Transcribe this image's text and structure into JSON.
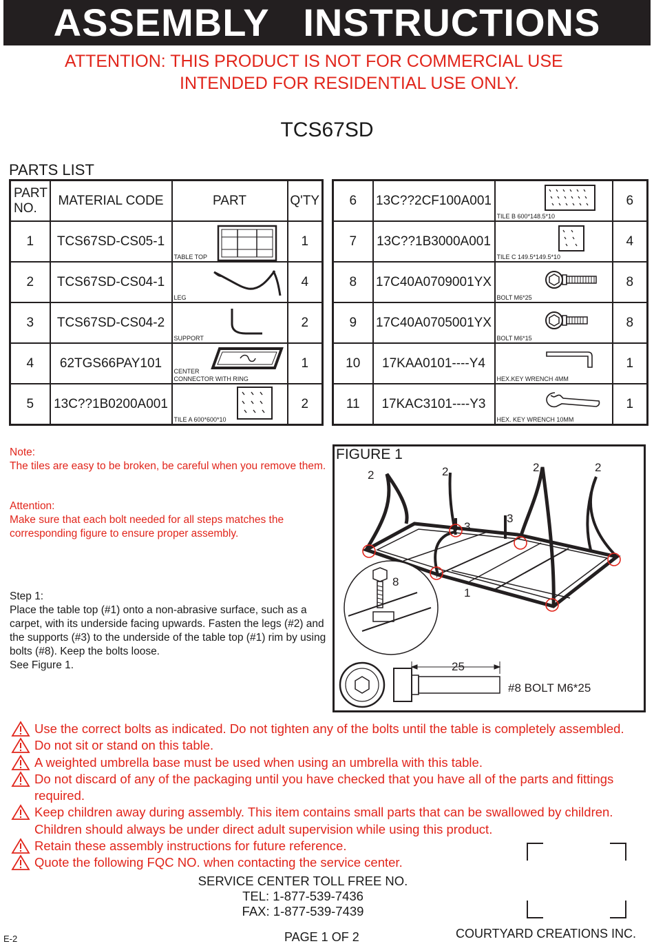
{
  "header": {
    "title": "ASSEMBLY   INSTRUCTIONS"
  },
  "attention": {
    "line1": "ATTENTION: THIS PRODUCT IS NOT FOR COMMERCIAL USE",
    "line2": "INTENDED FOR RESIDENTIAL USE ONLY."
  },
  "model": "TCS67SD",
  "parts_list": {
    "heading": "PARTS LIST",
    "headers": {
      "part_no_1": "PART",
      "part_no_2": "NO.",
      "material_code": "MATERIAL CODE",
      "part": "PART",
      "qty": "Q'TY"
    },
    "rows": [
      {
        "no": "1",
        "code": "TCS67SD-CS05-1",
        "name": "TABLE TOP",
        "qty": "1"
      },
      {
        "no": "2",
        "code": "TCS67SD-CS04-1",
        "name": "LEG",
        "qty": "4"
      },
      {
        "no": "3",
        "code": "TCS67SD-CS04-2",
        "name": "SUPPORT",
        "qty": "2"
      },
      {
        "no": "4",
        "code": "62TGS66PAY101",
        "name": "CENTER",
        "name2": "CONNECTOR WITH RING",
        "qty": "1"
      },
      {
        "no": "5",
        "code": "13C??1B0200A001",
        "name": "TILE A 600*600*10",
        "qty": "2"
      },
      {
        "no": "6",
        "code": "13C??2CF100A001",
        "name": "TILE B 600*148.5*10",
        "qty": "6"
      },
      {
        "no": "7",
        "code": "13C??1B3000A001",
        "name": "TILE C 149.5*149.5*10",
        "qty": "4"
      },
      {
        "no": "8",
        "code": "17C40A0709001YX",
        "name": "BOLT M6*25",
        "qty": "8"
      },
      {
        "no": "9",
        "code": "17C40A0705001YX",
        "name": "BOLT M6*15",
        "qty": "8"
      },
      {
        "no": "10",
        "code": "17KAA0101----Y4",
        "name": "HEX.KEY WRENCH 4MM",
        "qty": "1"
      },
      {
        "no": "11",
        "code": "17KAC3101----Y3",
        "name": "HEX. KEY WRENCH 10MM",
        "qty": "1"
      }
    ]
  },
  "notes": {
    "note_title": "Note:",
    "note_text": "The tiles are easy to be broken, be careful when you remove them.",
    "attention_title": "Attention:",
    "attention_text": "Make sure that each bolt needed for all steps matches the corresponding figure to ensure proper assembly."
  },
  "step": {
    "title": "Step 1:",
    "text": "Place the table top (#1) onto a non-abrasive surface, such as a carpet, with its underside facing upwards. Fasten the legs (#2) and the supports (#3) to the underside of the table top (#1) rim by using bolts (#8). Keep the bolts loose.",
    "see": "See Figure 1."
  },
  "figure": {
    "label": "FIGURE 1",
    "callouts": {
      "leg": "2",
      "support": "3",
      "top": "1",
      "bolt": "8",
      "dimension": "25"
    },
    "bolt_caption": "#8 BOLT M6*25"
  },
  "warnings": [
    "Use the correct bolts as indicated. Do not tighten any of the bolts until the table is completely assembled.",
    "Do not sit or stand on this table.",
    "A weighted umbrella base must be used when using an umbrella with this table.",
    "Do not discard of any of the packaging until you have checked that you have all of the parts and fittings required.",
    "Keep children away during assembly. This item contains small parts that can be swallowed by children. Children should always be under direct adult supervision while using this product.",
    "Retain these assembly instructions for future reference.",
    "Quote the following FQC NO. when contacting the service center."
  ],
  "service": {
    "line1": "SERVICE CENTER TOLL FREE NO.",
    "tel": "TEL: 1-877-539-7436",
    "fax": "FAX: 1-877-539-7439"
  },
  "footer": {
    "code": "E-2",
    "page": "PAGE 1 OF 2",
    "company": "COURTYARD CREATIONS INC."
  },
  "colors": {
    "header_bg": "#231f20",
    "warning_red": "#e1251b",
    "text": "#1a1a1a"
  }
}
